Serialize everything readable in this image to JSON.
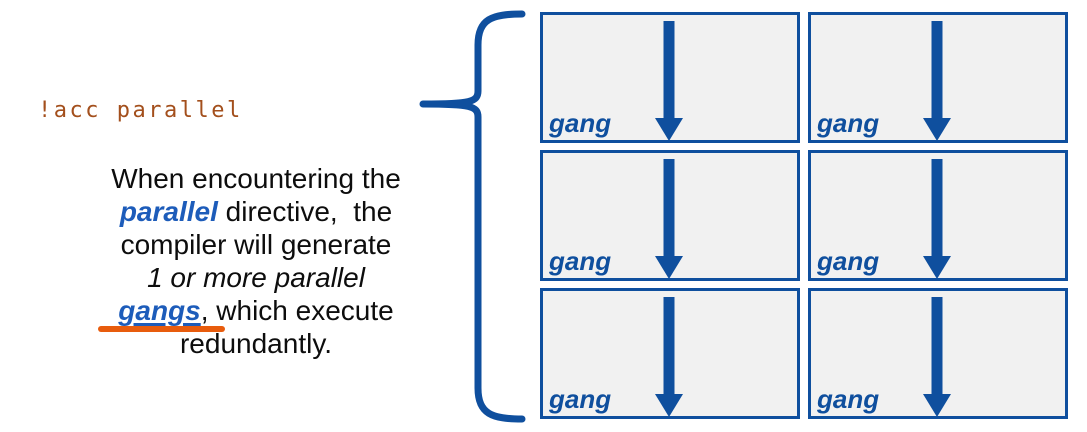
{
  "colors": {
    "blue": "#0f4f9e",
    "keyword_blue": "#1d5cba",
    "code_brown": "#a34f1c",
    "orange": "#e85c0d",
    "box_bg": "#f1f1f1",
    "text": "#0d0d0d",
    "background": "#ffffff"
  },
  "code_line": {
    "text": "!acc parallel"
  },
  "description": {
    "lines": [
      {
        "segments": [
          {
            "text": "When encountering the",
            "style": "normal"
          }
        ]
      },
      {
        "segments": [
          {
            "text": "parallel",
            "style": "keyword"
          },
          {
            "text": " directive,  the",
            "style": "normal"
          }
        ]
      },
      {
        "segments": [
          {
            "text": "compiler will generate",
            "style": "normal"
          }
        ]
      },
      {
        "segments": [
          {
            "text": "1 or more parallel",
            "style": "italic"
          }
        ]
      },
      {
        "segments": [
          {
            "text": "gangs",
            "style": "keyword-underline"
          },
          {
            "text": ", which execute",
            "style": "normal"
          }
        ]
      },
      {
        "segments": [
          {
            "text": "redundantly.",
            "style": "normal"
          }
        ]
      }
    ]
  },
  "brace": {
    "icon": "left-curly-brace"
  },
  "gang_grid": {
    "rows": 3,
    "columns": 2,
    "cells": [
      {
        "label": "gang",
        "icon": "down-arrow"
      },
      {
        "label": "gang",
        "icon": "down-arrow"
      },
      {
        "label": "gang",
        "icon": "down-arrow"
      },
      {
        "label": "gang",
        "icon": "down-arrow"
      },
      {
        "label": "gang",
        "icon": "down-arrow"
      },
      {
        "label": "gang",
        "icon": "down-arrow"
      }
    ]
  }
}
